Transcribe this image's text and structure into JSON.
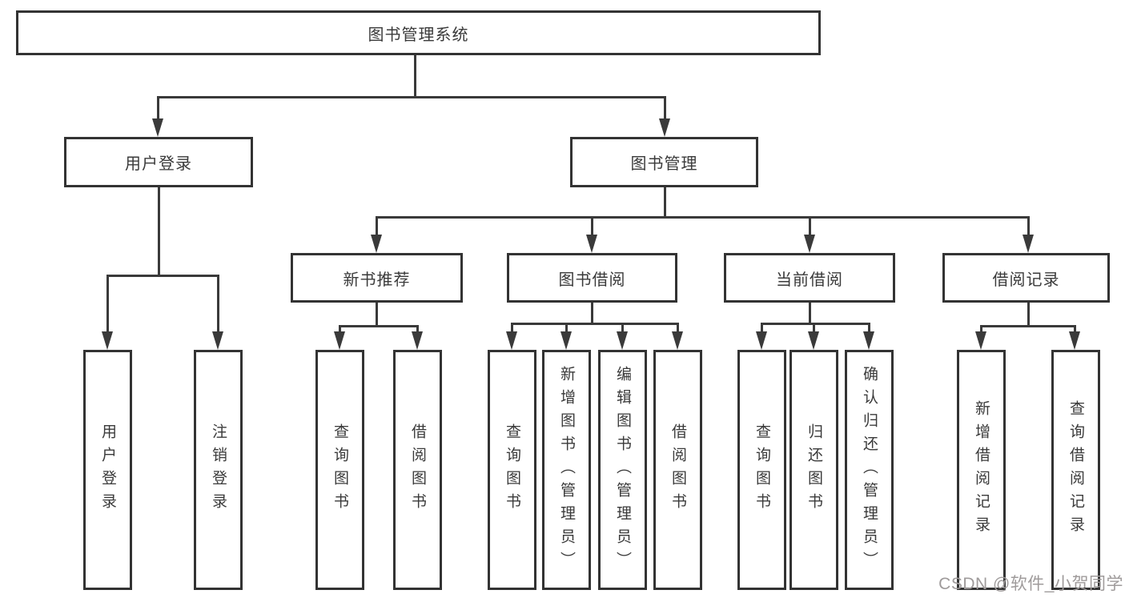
{
  "diagram": {
    "root": {
      "label": "图书管理系统"
    },
    "level2": {
      "user_login": {
        "label": "用户登录"
      },
      "book_management": {
        "label": "图书管理"
      }
    },
    "level3": {
      "new_book_recommend": {
        "label": "新书推荐"
      },
      "book_borrowing": {
        "label": "图书借阅"
      },
      "current_borrowing": {
        "label": "当前借阅"
      },
      "borrowing_records": {
        "label": "借阅记录"
      }
    },
    "leaves": {
      "user_login": {
        "label": "用户登录"
      },
      "logout": {
        "label": "注销登录"
      },
      "query_book_new": {
        "label": "查询图书"
      },
      "borrow_book_new": {
        "label": "借阅图书"
      },
      "query_book_borrowing": {
        "label": "查询图书"
      },
      "add_book_admin": {
        "label": "新增图书（管理员）"
      },
      "edit_book_admin": {
        "label": "编辑图书（管理员）"
      },
      "borrow_book": {
        "label": "借阅图书"
      },
      "query_book_current": {
        "label": "查询图书"
      },
      "return_book": {
        "label": "归还图书"
      },
      "confirm_return_admin": {
        "label": "确认归还（管理员）"
      },
      "add_borrow_record": {
        "label": "新增借阅记录"
      },
      "query_borrow_record": {
        "label": "查询借阅记录"
      }
    }
  },
  "watermark": {
    "text": "CSDN @软件_小贺同学",
    "color": "#9f9b9b"
  },
  "colors": {
    "line": "#3a3a3a",
    "box_border": "#333333",
    "text": "#3a3a3a",
    "background": "#ffffff"
  }
}
